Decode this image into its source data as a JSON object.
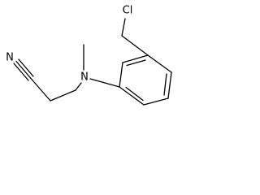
{
  "molecule": {
    "atoms": {
      "chlorine": "Cl",
      "nitrile_nitrogen": "N",
      "amine_nitrogen": "N"
    }
  }
}
